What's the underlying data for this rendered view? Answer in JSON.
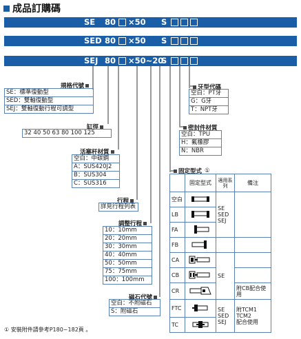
{
  "title": "成品訂購碼",
  "model_rows": [
    {
      "prefix": "SE",
      "bore": "80",
      "stroke": "×50",
      "suffix": "S"
    },
    {
      "prefix": "SED",
      "bore": "80",
      "stroke": "×50",
      "suffix": "S"
    },
    {
      "prefix": "SEJ",
      "bore": "80",
      "stroke": "×50~20",
      "suffix": "S"
    }
  ],
  "spec_code": {
    "label": "規格代號",
    "items": [
      "SE：標準復動型",
      "SED：雙軸復動型",
      "SEJ：雙軸復動行程可調型"
    ]
  },
  "bore": {
    "label": "缸徑",
    "values": "32 40 50 63 80 100 125"
  },
  "rod_material": {
    "label": "活塞杆材質",
    "items": [
      "空白：中碳鋼",
      "A：SUS420J2",
      "B：SUS304",
      "C：SUS316"
    ]
  },
  "stroke": {
    "label": "行程",
    "note": "詳見行程列表"
  },
  "adj_stroke": {
    "label": "調整行程",
    "items": [
      "10：10mm",
      "20：20mm",
      "30：30mm",
      "40：40mm",
      "50：50mm",
      "75：75mm",
      "100：100mm"
    ]
  },
  "magnet": {
    "label": "磁石代號",
    "items": [
      "空白：不附磁石",
      "S：附磁石"
    ]
  },
  "thread": {
    "label": "牙型代碼",
    "items": [
      "空白：PT牙",
      "G：G牙",
      "T：NPT牙"
    ]
  },
  "seal": {
    "label": "密封件材質",
    "items": [
      "空白：TPU",
      "H：氟橡膠",
      "N：NBR"
    ]
  },
  "mount": {
    "label": "固定型式",
    "note_mark": "①",
    "headers": [
      "固定型式",
      "適用系列",
      "備注"
    ],
    "rows": [
      {
        "code": "空白",
        "icon": "basic-cylinder-icon"
      },
      {
        "code": "LB",
        "icon": "foot-mount-icon"
      },
      {
        "code": "FA",
        "icon": "front-flange-icon"
      },
      {
        "code": "FB",
        "icon": "rear-flange-icon"
      },
      {
        "code": "CA",
        "icon": "single-clevis-icon"
      },
      {
        "code": "CB",
        "icon": "double-clevis-icon"
      },
      {
        "code": "CR",
        "icon": "clevis-bracket-icon"
      },
      {
        "code": "FTC",
        "icon": "front-trunnion-icon"
      },
      {
        "code": "TC",
        "icon": "center-trunnion-icon"
      }
    ],
    "series_groups": [
      "SE\nSED\nSEJ",
      "SE",
      "SE\nSED\nSEJ"
    ],
    "remarks": [
      "",
      "附CB配合使用",
      "附TCM1\nTCM2\n配合使用"
    ]
  },
  "footnote": "① 安裝附件請參考P180~182頁 。",
  "colors": {
    "accent": "#1a5ea8",
    "border": "#5a82b0"
  }
}
